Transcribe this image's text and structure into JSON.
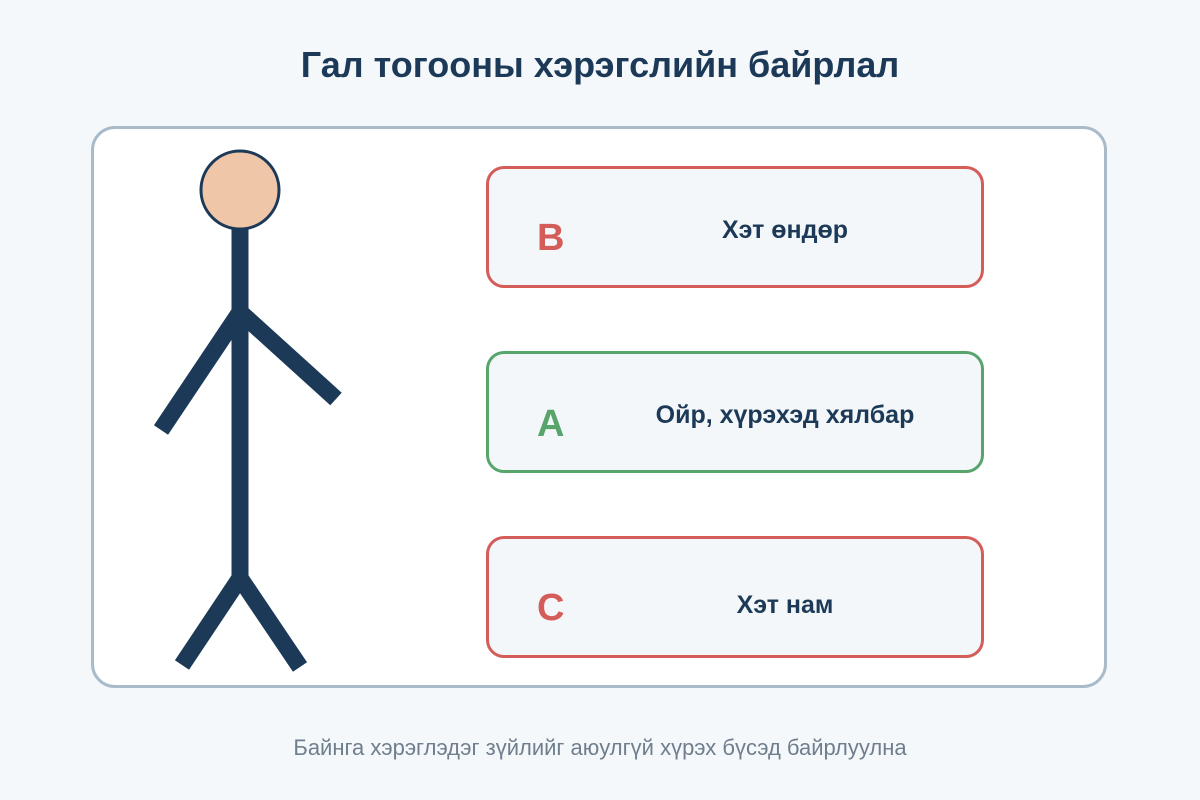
{
  "title": "Гал тогооны хэрэгслийн байрлал",
  "zones": [
    {
      "letter": "B",
      "text": "Хэт өндөр",
      "status": "bad"
    },
    {
      "letter": "A",
      "text": "Ойр, хүрэхэд хялбар",
      "status": "good"
    },
    {
      "letter": "C",
      "text": "Хэт нам",
      "status": "bad"
    }
  ],
  "caption": "Байнга хэрэглэдэг зүйлийг аюулгүй хүрэх бүсэд байрлуулна",
  "colors": {
    "good": "#57a56a",
    "bad": "#d45d5a",
    "text": "#1c3a57",
    "skin": "#f0c6a8"
  }
}
